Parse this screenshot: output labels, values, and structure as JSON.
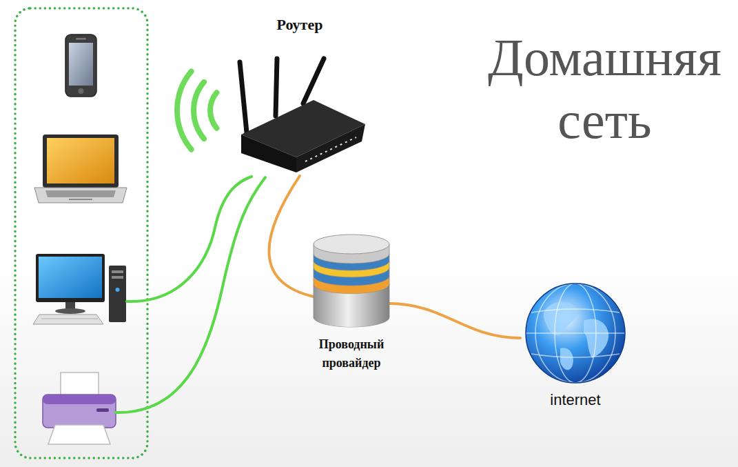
{
  "diagram": {
    "title": "Домашняя сеть",
    "nodes": [
      {
        "text": [
          "Роутер"
        ]
      },
      {
        "text": [
          "Проводный провайдер"
        ]
      },
      {
        "text": [
          "internet"
        ]
      }
    ],
    "edges": [
      {
        "from": 0,
        "to": 1,
        "arrow": "none"
      },
      {
        "from": 1,
        "to": 2,
        "arrow": "none"
      }
    ]
  }
}
